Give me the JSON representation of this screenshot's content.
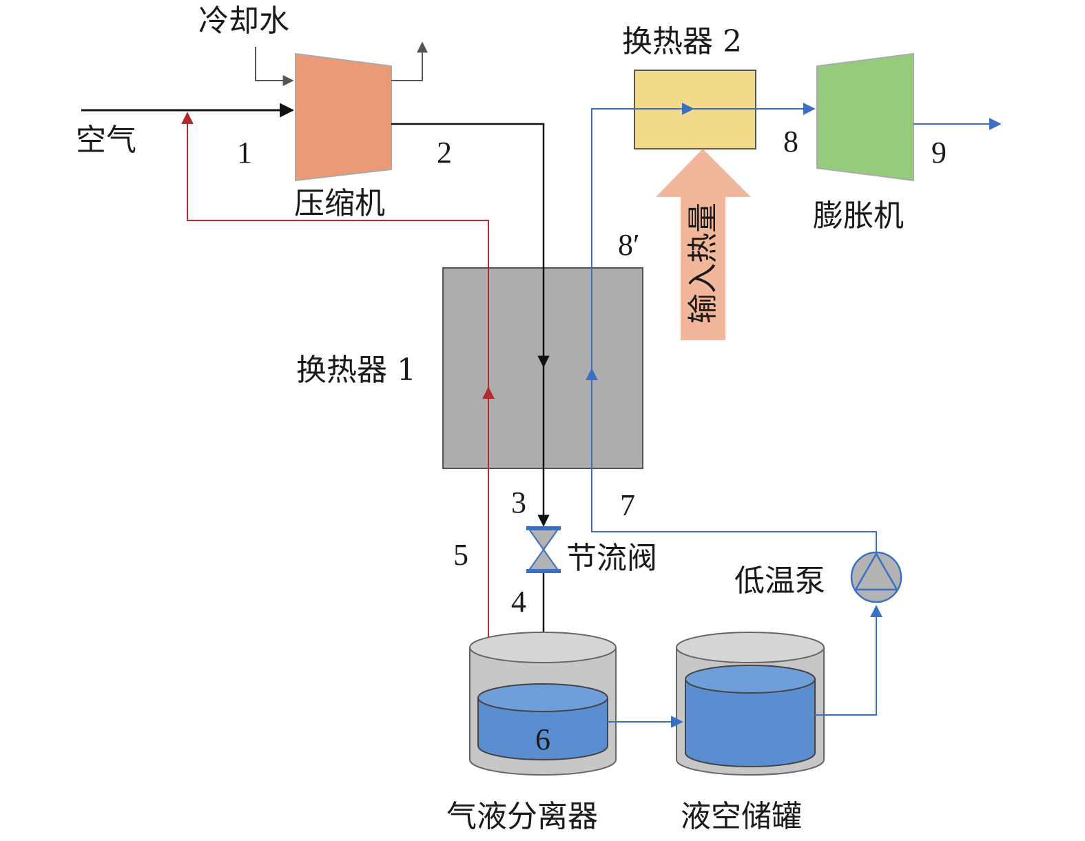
{
  "labels": {
    "air": "空气",
    "cooling_water": "冷却水",
    "compressor": "压缩机",
    "hx1": "换热器 1",
    "hx2": "换热器 2",
    "expander": "膨胀机",
    "heat_input": "输入热量",
    "throttle": "节流阀",
    "pump": "低温泵",
    "separator": "气液分离器",
    "tank": "液空储罐"
  },
  "states": {
    "s1": "1",
    "s2": "2",
    "s3": "3",
    "s4": "4",
    "s5": "5",
    "s6": "6",
    "s7": "7",
    "s8": "8",
    "s8p": "8′",
    "s9": "9"
  },
  "colors": {
    "air_line": "#111111",
    "return_line": "#b22a2e",
    "liquid_line": "#3a6fc4",
    "compressor": "#ea9a76",
    "expander": "#95cc7c",
    "hx1": "#adadad",
    "hx2": "#f3d98a",
    "heat_arrow": "#f2b79a",
    "liquid": "#5a8ed0",
    "vessel": "#c7c7c7"
  }
}
